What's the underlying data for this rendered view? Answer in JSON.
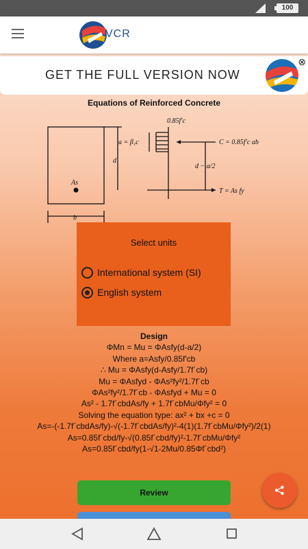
{
  "status_bar": {
    "battery": "100"
  },
  "app_bar": {
    "logo_text": "VCR",
    "menu_icon": "hamburger-icon"
  },
  "banner": {
    "text": "GET THE FULL VERSION NOW",
    "close_icon": "close-icon"
  },
  "title": "Equations of Reinforced Concrete",
  "diagram": {
    "fc_label": "0.85f′c",
    "a_label": "a = β₁c",
    "c_force": "C = 0.85f′c ab",
    "d_label": "d",
    "d_minus": "d − a/2",
    "as_label": "As",
    "t_force": "T = As fy",
    "b_label": "b"
  },
  "units": {
    "title": "Select units",
    "options": [
      {
        "label": "International system (SI)",
        "selected": false
      },
      {
        "label": "English system",
        "selected": true
      }
    ]
  },
  "design": {
    "title": "Design",
    "lines": [
      "ΦMn = Mu = ΦAsfy(d-a/2)",
      "Where a=Asfy/0.85f'cb",
      "∴ Mu = ΦAsfy(d-Asfy/1.7f´cb)",
      "Mu = ΦAsfyd - ΦAs²fy²/1.7f´cb",
      "ΦAs²fy²/1.7f´cb - ΦAsfyd + Mu = 0",
      "As² - 1.7f´cbdAs/fy + 1.7f´cbMu/Φfy² = 0",
      "Solving the equation type: ax² + bx +c = 0",
      "As=-(-1.7f´cbdAs/fy)-√(-1.7f´cbdAs/fy)²-4(1)(1.7f´cbMu/Φfy²)/2(1)",
      "As=0.85f´cbd/fy-√(0.85f´cbd/fy)²-1.7f´cbMu/Φfy²",
      "As=0.85f´cbd/fy(1-√1-2Mu/0.85Φf´cbd²)"
    ]
  },
  "buttons": {
    "review": "Review"
  },
  "colors": {
    "accent": "#ec5b2d",
    "units_panel": "#e8601c",
    "review_button": "#36a631"
  }
}
